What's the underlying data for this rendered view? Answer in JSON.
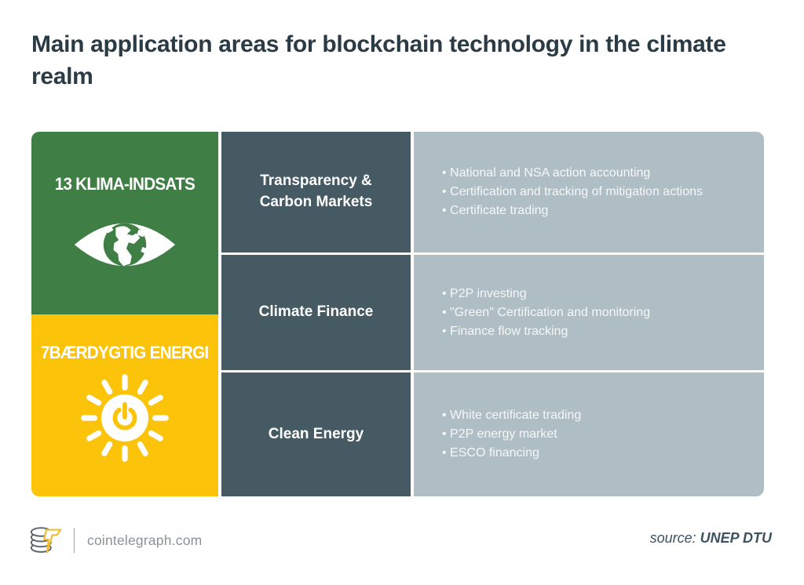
{
  "title": "Main application areas for blockchain technology in the climate realm",
  "colors": {
    "sdg13_green": "#3f7e44",
    "sdg7_yellow": "#fcc30b",
    "category_slate": "#465a64",
    "items_gray_blue": "#afbec5",
    "title_text": "#2b3b45",
    "logo_bolt_yellow": "#f0bc2e"
  },
  "sdg_blocks": [
    {
      "label": "13 KLIMA-INDSATS",
      "icon": "sdg13-eye-globe-icon"
    },
    {
      "label": "7BÆRDYGTIG ENERGI",
      "icon": "sdg7-sun-power-icon"
    }
  ],
  "rows": [
    {
      "category": "Transparency & Carbon Markets",
      "items": [
        "National and NSA action accounting",
        "Certification and tracking of mitigation actions",
        "Certificate trading"
      ]
    },
    {
      "category": "Climate Finance",
      "items": [
        "P2P investing",
        "\"Green\" Certification and monitoring",
        "Finance flow tracking"
      ]
    },
    {
      "category": "Clean Energy",
      "items": [
        "White certificate trading",
        "P2P energy market",
        "ESCO financing"
      ]
    }
  ],
  "footer": {
    "brand": "cointelegraph.com",
    "source_label": "source:",
    "source_value": "UNEP DTU"
  }
}
